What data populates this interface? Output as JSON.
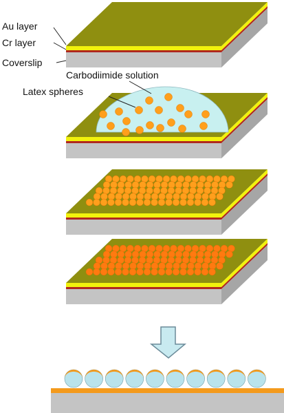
{
  "labels": {
    "au_layer": "Au layer",
    "cr_layer": "Cr layer",
    "coverslip": "Coverslip",
    "carbodiimide_solution": "Carbodiimide solution",
    "latex_spheres": "Latex spheres"
  },
  "colors": {
    "au_top": "#8f8f10",
    "au_edge": "#f2f20c",
    "cr_edge": "#b0281e",
    "coverslip_front": "#c4c4c4",
    "coverslip_side": "#a6a6a6",
    "sphere_light": "#ff9f1c",
    "sphere_dark": "#ff7a10",
    "solution": "#c8f0f0",
    "arrow_fill": "#c8eaf0",
    "arrow_stroke": "#6a8a98",
    "sphere_final": "#b9e3ec",
    "cap_final": "#f49a1c"
  },
  "stages": [
    {
      "step": 1,
      "content": "bare substrate (Au / Cr / Coverslip)"
    },
    {
      "step": 2,
      "content": "latex spheres in carbodiimide solution droplet"
    },
    {
      "step": 3,
      "content": "close-packed sphere monolayer"
    },
    {
      "step": 4,
      "content": "etched sphere monolayer"
    },
    {
      "step": 5,
      "content": "side view: spheres with gold caps on substrate"
    }
  ]
}
